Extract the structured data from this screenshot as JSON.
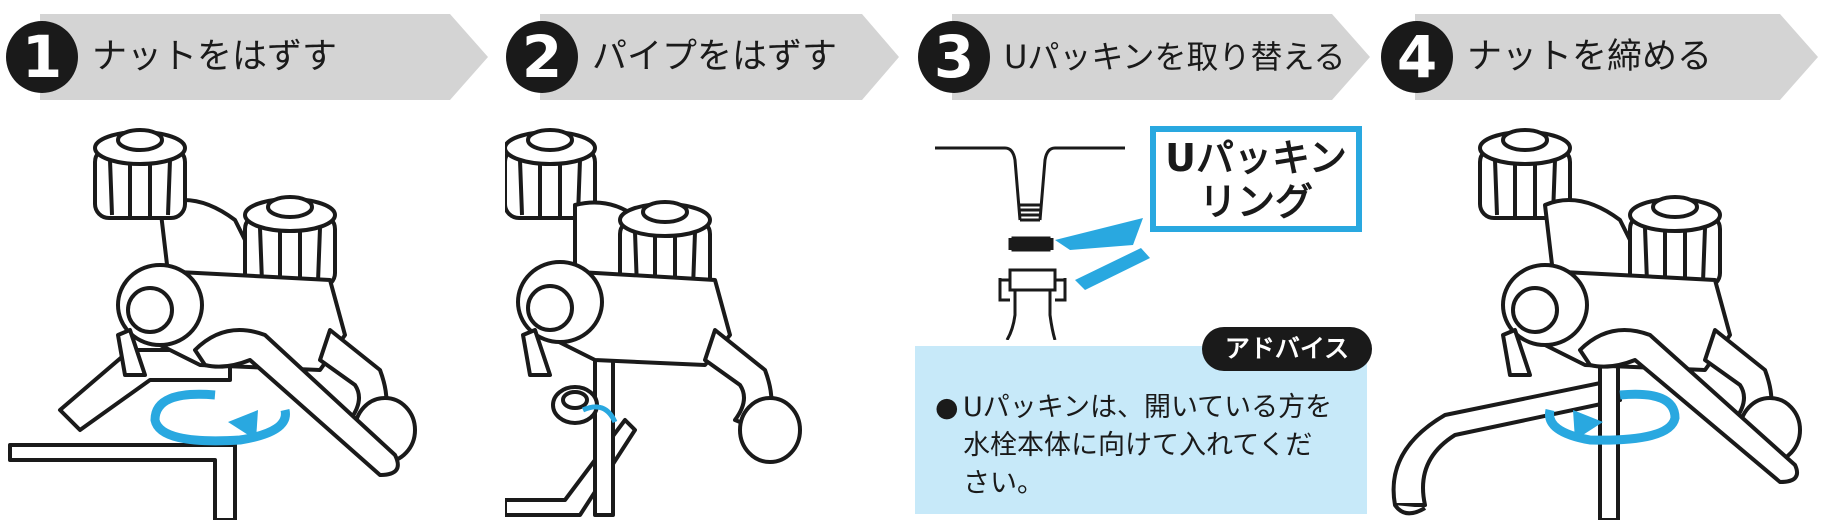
{
  "steps": [
    {
      "number": "1",
      "title": "ナットをはずす"
    },
    {
      "number": "2",
      "title": "パイプをはずす"
    },
    {
      "number": "3",
      "title": "Uパッキンを取り替える"
    },
    {
      "number": "4",
      "title": "ナットを締める"
    }
  ],
  "callout": {
    "line1": "Uパッキン",
    "line2": "リング"
  },
  "advice": {
    "tag": "アドバイス",
    "bullet": "●",
    "line1": "Uパッキンは、開いている方を",
    "line2": "水栓本体に向けて入れてくだ",
    "line3": "さい。"
  },
  "colors": {
    "banner": "#d4d4d4",
    "accent": "#29a8e0",
    "advice_bg": "#c7e9f9",
    "dark": "#1a1a1a"
  }
}
